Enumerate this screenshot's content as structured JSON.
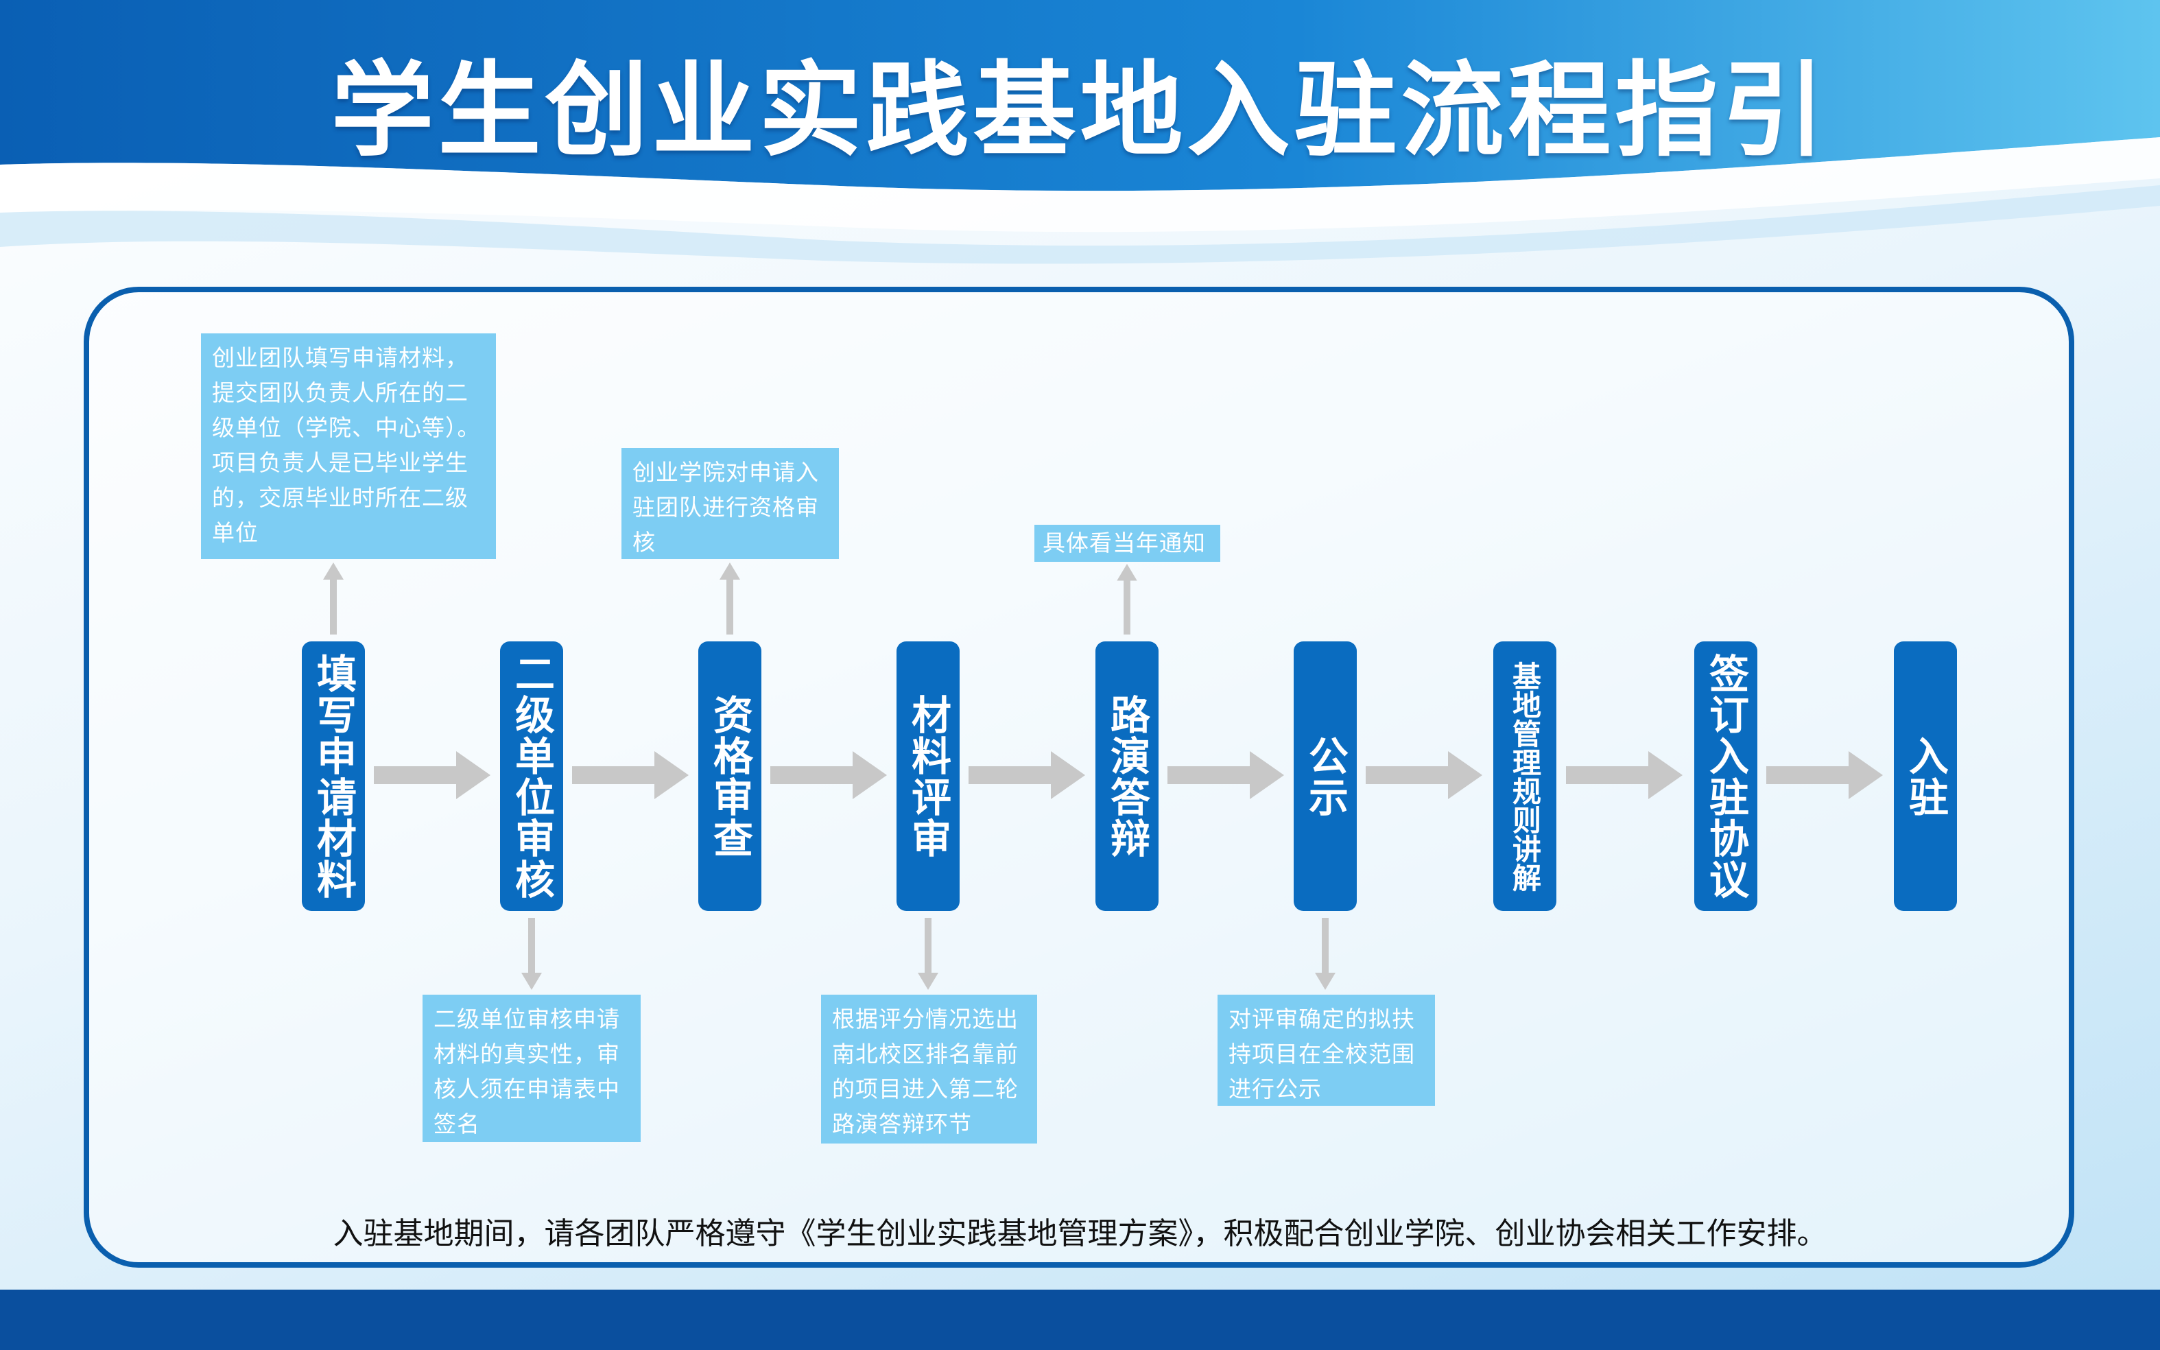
{
  "title": "学生创业实践基地入驻流程指引",
  "steps": [
    "填写申请材料",
    "二级单位审核",
    "资格审查",
    "材料评审",
    "路演答辩",
    "公示",
    "基地管理规则讲解",
    "签订入驻协议",
    "入驻"
  ],
  "notes": {
    "step1": "创业团队填写申请材料，提交团队负责人所在的二级单位（学院、中心等）。项目负责人是已毕业学生的，交原毕业时所在二级单位",
    "step2": "二级单位审核申请材料的真实性，审核人须在申请表中签名",
    "step3": "创业学院对申请入驻团队进行资格审核",
    "step4": "根据评分情况选出南北校区排名靠前的项目进入第二轮路演答辩环节",
    "step5": "具体看当年通知",
    "step6": "对评审确定的拟扶持项目在全校范围进行公示"
  },
  "footer_note": "入驻基地期间，请各团队严格遵守《学生创业实践基地管理方案》，积极配合创业学院、创业协会相关工作安排。",
  "colors": {
    "primary": "#0a6cc0",
    "note_bg": "#7dcdf3",
    "border": "#0a5fae",
    "arrow": "#c8c8c8"
  }
}
